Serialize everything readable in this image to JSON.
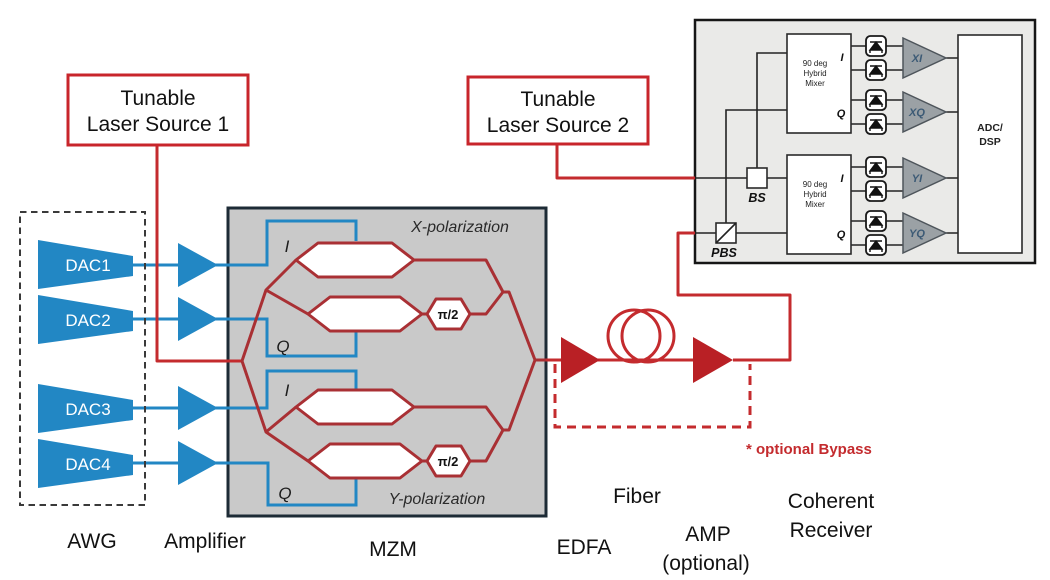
{
  "sources": {
    "tls1": {
      "line1": "Tunable",
      "line2": "Laser Source 1"
    },
    "tls2": {
      "line1": "Tunable",
      "line2": "Laser Source 2"
    }
  },
  "awg": {
    "label": "AWG",
    "dacs": [
      "DAC1",
      "DAC2",
      "DAC3",
      "DAC4"
    ]
  },
  "amplifier": {
    "label": "Amplifier"
  },
  "mzm": {
    "label": "MZM",
    "x_polarization": "X-polarization",
    "y_polarization": "Y-polarization",
    "i": "I",
    "q": "Q",
    "phase_shift": "π/2"
  },
  "link": {
    "edfa": "EDFA",
    "fiber": "Fiber",
    "amp": "AMP",
    "amp_note": "(optional)",
    "bypass_note": "* optional Bypass"
  },
  "receiver": {
    "label_line1": "Coherent",
    "label_line2": "Receiver",
    "bs": "BS",
    "pbs": "PBS",
    "mixer": {
      "line1": "90 deg",
      "line2": "Hybrid",
      "line3": "Mixer",
      "i": "I",
      "q": "Q"
    },
    "amps": [
      "XI",
      "XQ",
      "YI",
      "YQ"
    ],
    "adc_line1": "ADC/",
    "adc_line2": "DSP"
  },
  "colors": {
    "signal_red": "#c42b2e",
    "waveguide_red": "#a93034",
    "component_red": "#b92025",
    "blue": "#2287c4",
    "mzm_bg": "#c9c9c9",
    "receiver_bg": "#eaeae8",
    "amp_gray": "#9ba1a5",
    "amp_label": "#3c5a75"
  }
}
